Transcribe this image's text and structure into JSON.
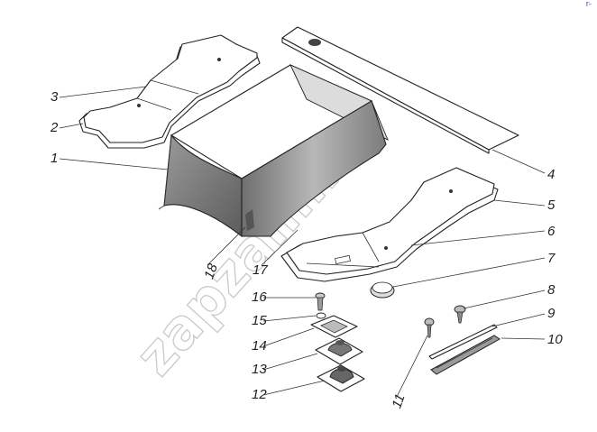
{
  "watermark": "zapzam.ru",
  "corner_mark": "r-",
  "colors": {
    "line": "#222222",
    "shade": "#8a8a8a",
    "watermark": "#c9c9c9"
  },
  "callouts": [
    {
      "num": "1"
    },
    {
      "num": "2"
    },
    {
      "num": "3"
    },
    {
      "num": "4"
    },
    {
      "num": "5"
    },
    {
      "num": "6"
    },
    {
      "num": "7"
    },
    {
      "num": "8"
    },
    {
      "num": "9"
    },
    {
      "num": "10"
    },
    {
      "num": "11"
    },
    {
      "num": "12"
    },
    {
      "num": "13"
    },
    {
      "num": "14"
    },
    {
      "num": "15"
    },
    {
      "num": "16"
    },
    {
      "num": "17"
    },
    {
      "num": "18"
    }
  ]
}
